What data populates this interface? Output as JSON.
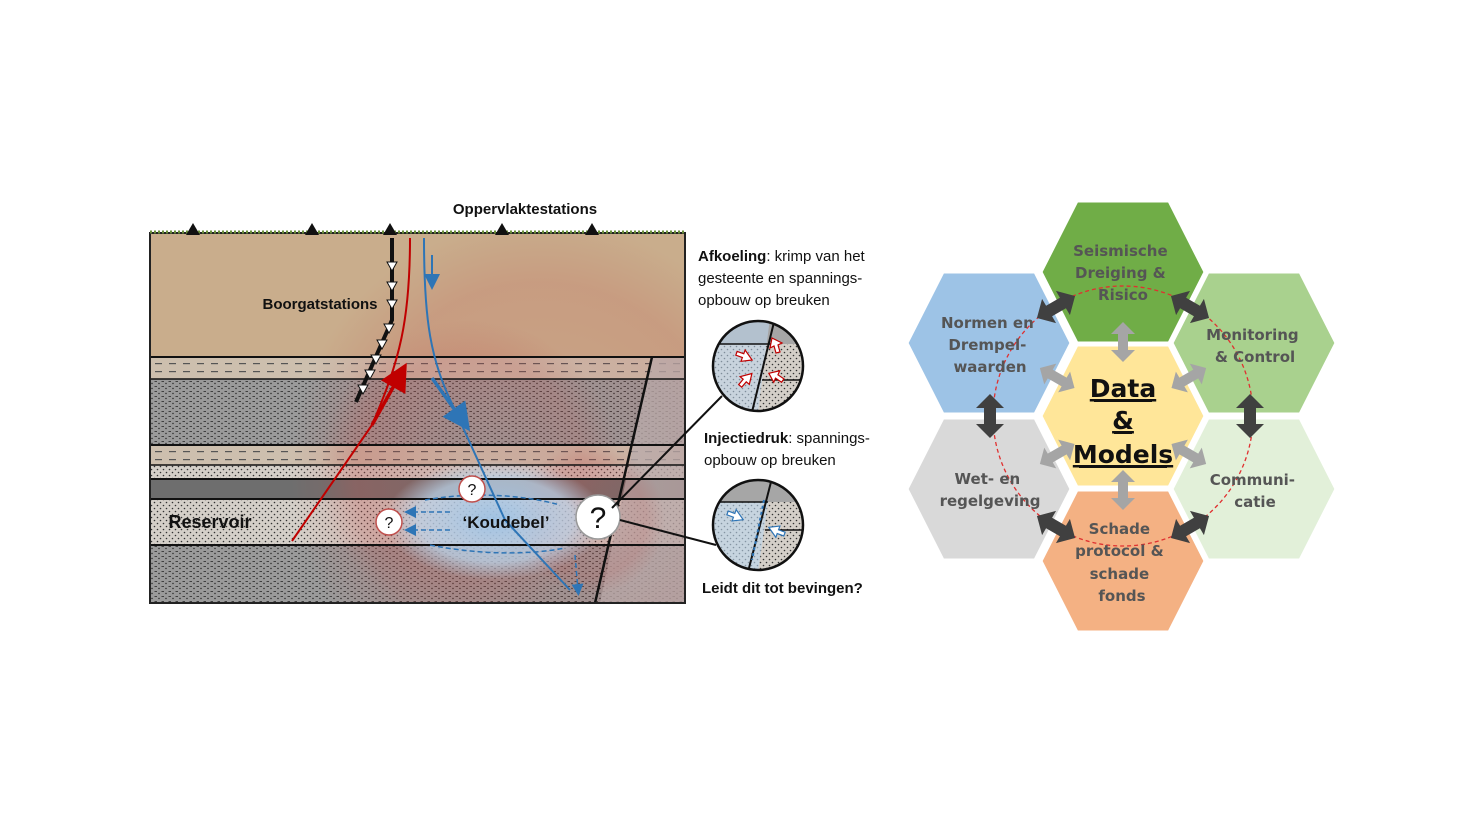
{
  "cross_section": {
    "label_surface_stations": "Oppervlaktestations",
    "label_borehole_stations": "Boorgatstations",
    "label_reservoir": "Reservoir",
    "label_cold_bubble": "‘Koudebel’",
    "question_mark": "?",
    "cooling_title": "Afkoeling",
    "cooling_line1": ": krimp van het",
    "cooling_line2": "gesteente en spannings-",
    "cooling_line3": "opbouw op breuken",
    "injection_title": "Injectiedruk",
    "injection_line1": ": spannings-",
    "injection_line2": "opbouw op breuken",
    "question_text": "Leidt dit tot bevingen?"
  },
  "hex": {
    "center_line1": "Data",
    "center_line2": "&",
    "center_line3": "Models",
    "seismic": [
      "Seismische",
      "Dreiging &",
      "Risico"
    ],
    "monitoring": [
      "Monitoring",
      "& Control"
    ],
    "communication": [
      "Communi-",
      "catie"
    ],
    "damage": [
      "Schade",
      "protocol &",
      "schade",
      "fonds"
    ],
    "law": [
      "Wet- en",
      "regelgeving"
    ],
    "norms": [
      "Normen en",
      "Drempel-",
      "waarden"
    ]
  },
  "colors": {
    "hex_center": "#ffe699",
    "hex_seismic": "#70ad47",
    "hex_monitoring": "#a9d18e",
    "hex_communication": "#e2f0d9",
    "hex_damage": "#f4b183",
    "hex_law": "#d9d9d9",
    "hex_norms": "#9dc3e6"
  }
}
